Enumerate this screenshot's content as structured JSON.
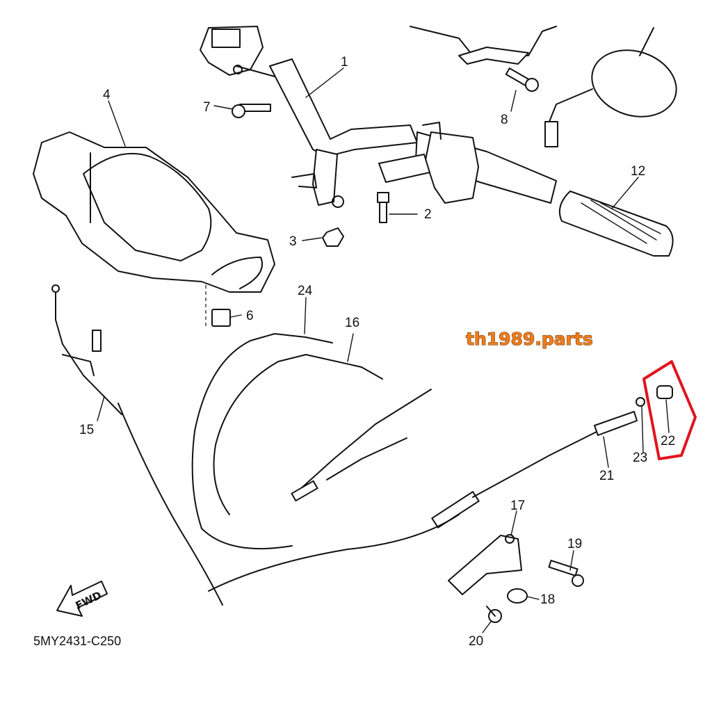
{
  "diagram_code": "5MY2431-C250",
  "watermark": "th1989.parts",
  "direction_label": "FWD",
  "highlighted_part": "22",
  "callouts": [
    {
      "id": "c1",
      "number": "1"
    },
    {
      "id": "c2",
      "number": "2"
    },
    {
      "id": "c3",
      "number": "3"
    },
    {
      "id": "c4",
      "number": "4"
    },
    {
      "id": "c6",
      "number": "6"
    },
    {
      "id": "c7",
      "number": "7"
    },
    {
      "id": "c8",
      "number": "8"
    },
    {
      "id": "c12",
      "number": "12"
    },
    {
      "id": "c15",
      "number": "15"
    },
    {
      "id": "c16",
      "number": "16"
    },
    {
      "id": "c17",
      "number": "17"
    },
    {
      "id": "c18",
      "number": "18"
    },
    {
      "id": "c19",
      "number": "19"
    },
    {
      "id": "c20",
      "number": "20"
    },
    {
      "id": "c21",
      "number": "21"
    },
    {
      "id": "c22",
      "number": "22"
    },
    {
      "id": "c23",
      "number": "23"
    },
    {
      "id": "c24",
      "number": "24"
    }
  ]
}
